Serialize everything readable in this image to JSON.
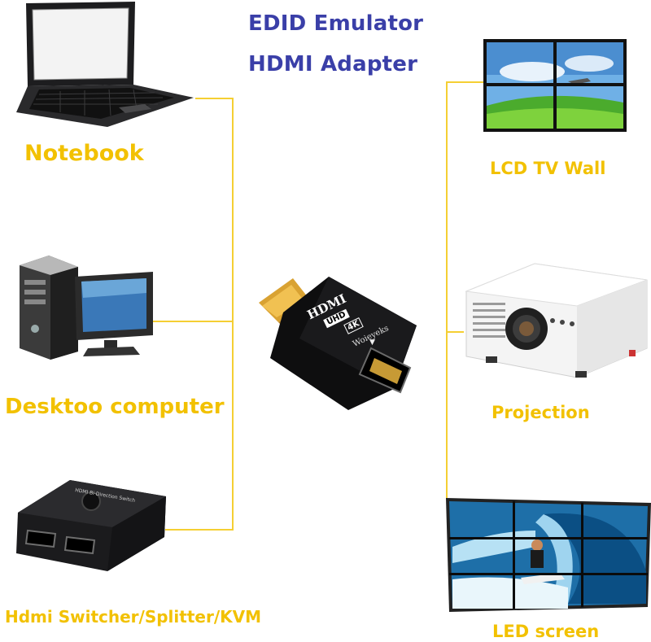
{
  "header": {
    "line1": "EDID Emulator",
    "line2": "HDMI Adapter"
  },
  "sources": {
    "notebook": "Notebook",
    "desktop": "Desktoo computer",
    "switcher": "Hdmi Switcher/Splitter/KVM"
  },
  "displays": {
    "tv_wall": "LCD TV Wall",
    "projection": "Projection",
    "led_screen": "LED screen"
  },
  "adapter": {
    "hdmi_logo": "HDMI",
    "uhd": "UHD",
    "k4": "4K",
    "brand": "Woieyeks"
  },
  "switcher_device": {
    "printed": "HDMI Bi-Direction Switch"
  },
  "colors": {
    "title": "#3a3fa8",
    "label": "#f2c100",
    "connector_line": "#f5cf33"
  }
}
